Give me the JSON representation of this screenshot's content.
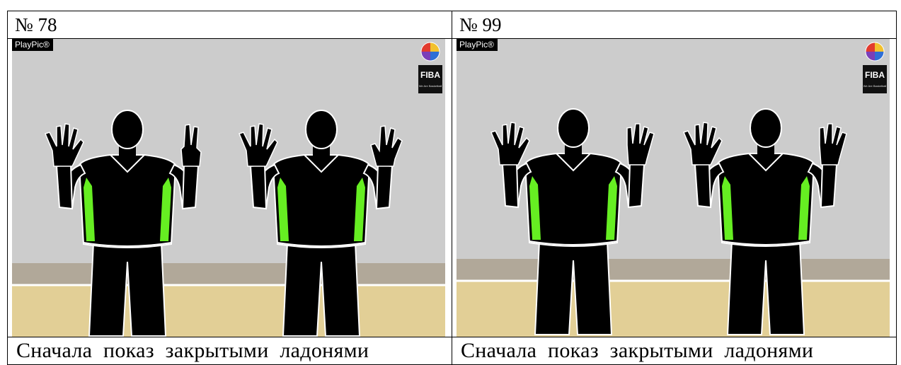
{
  "cells": [
    {
      "number": "№ 78",
      "brand": "PlayPic®",
      "logo_word": "FIBA",
      "logo_tagline": "We Are Basketball",
      "caption": "Сначала показ закрытыми ладонями",
      "left_hand_fingers": 5,
      "right_hand_fingers": 2,
      "second_referee_right_fingers": 3
    },
    {
      "number": "№ 99",
      "brand": "PlayPic®",
      "logo_word": "FIBA",
      "logo_tagline": "We Are Basketball",
      "caption": "Сначала показ закрытыми ладонями",
      "left_hand_fingers": 5,
      "right_hand_fingers": 4,
      "second_referee_right_fingers": 4
    }
  ],
  "colors": {
    "wall": "#cccccc",
    "baseboard": "#b1a899",
    "floor": "#e2cf96",
    "accent": "#66ee22",
    "silhouette": "#000000"
  }
}
